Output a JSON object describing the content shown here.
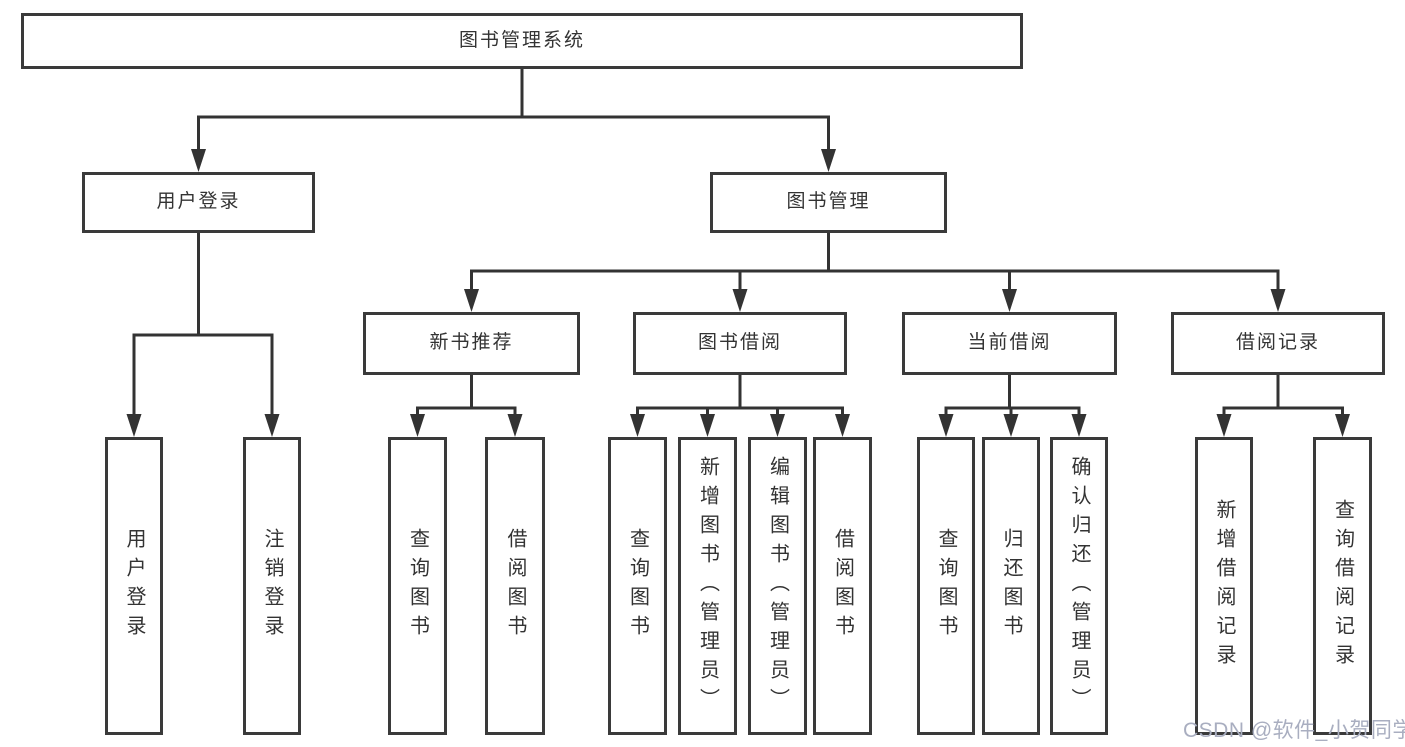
{
  "diagram": {
    "title": "图书管理系统",
    "nodes": {
      "root": "图书管理系统",
      "user_login": "用户登录",
      "book_mgmt": "图书管理",
      "login": "用户登录",
      "logout": "注销登录",
      "new_book": "新书推荐",
      "book_borrow": "图书借阅",
      "current_borrow": "当前借阅",
      "borrow_records": "借阅记录",
      "nb_query": "查询图书",
      "nb_borrow": "借阅图书",
      "bb_query": "查询图书",
      "bb_add": "新增图书（管理员）",
      "bb_edit": "编辑图书（管理员）",
      "bb_borrow": "借阅图书",
      "cb_query": "查询图书",
      "cb_return": "归还图书",
      "cb_confirm": "确认归还（管理员）",
      "br_add": "新增借阅记录",
      "br_query": "查询借阅记录"
    },
    "hierarchy": {
      "图书管理系统": {
        "用户登录": [
          "用户登录",
          "注销登录"
        ],
        "图书管理": {
          "新书推荐": [
            "查询图书",
            "借阅图书"
          ],
          "图书借阅": [
            "查询图书",
            "新增图书（管理员）",
            "编辑图书（管理员）",
            "借阅图书"
          ],
          "当前借阅": [
            "查询图书",
            "归还图书",
            "确认归还（管理员）"
          ],
          "借阅记录": [
            "新增借阅记录",
            "查询借阅记录"
          ]
        }
      }
    }
  },
  "watermark": {
    "text": "CSDN @软件_小贺同学"
  },
  "colors": {
    "line": "#333333",
    "box_border": "#3a3a3a",
    "text": "#333333",
    "background": "#ffffff",
    "watermark": "#a9aec0"
  }
}
